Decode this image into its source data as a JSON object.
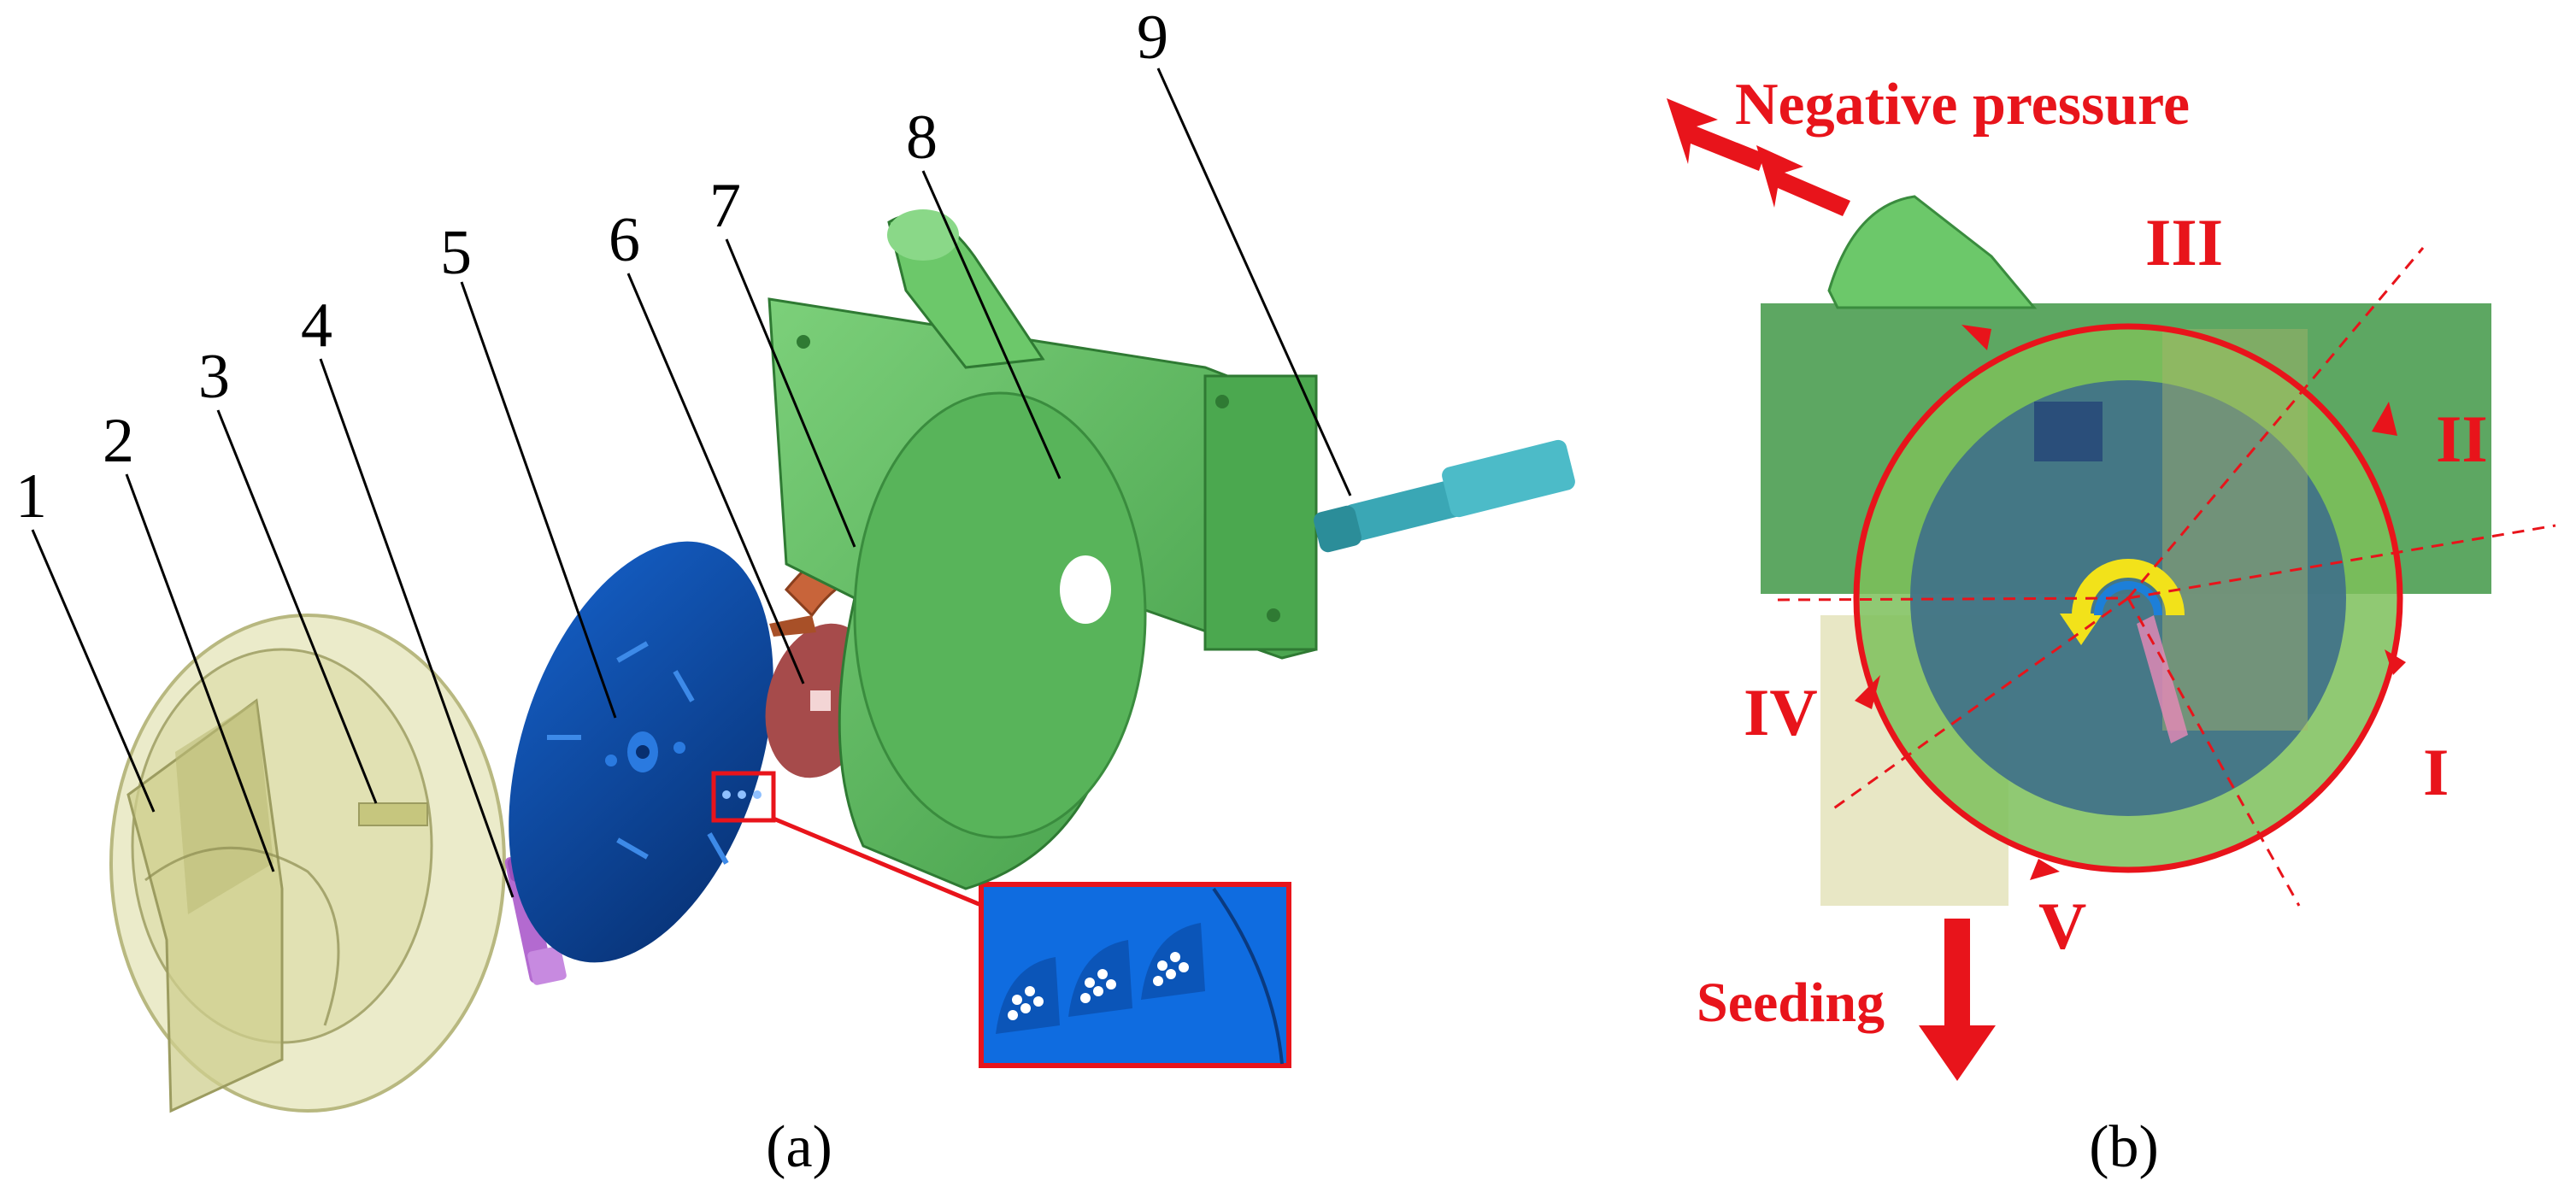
{
  "panel_a": {
    "caption": "(a)",
    "part_numbers": [
      "1",
      "2",
      "3",
      "4",
      "5",
      "6",
      "7",
      "8",
      "9"
    ]
  },
  "panel_b": {
    "caption": "(b)",
    "airflow_label": "Negative pressure",
    "output_label": "Seeding",
    "zones": [
      "I",
      "II",
      "III",
      "IV",
      "V"
    ]
  },
  "colors": {
    "housing_green": "#5cb85c",
    "seed_plate_blue": "#0b3f8f",
    "sealing_ring_orange": "#c8643a",
    "annotation_red": "#e8141b",
    "cover_transparent": "#d8d8a0",
    "shaft_teal": "#3aa7b5"
  }
}
